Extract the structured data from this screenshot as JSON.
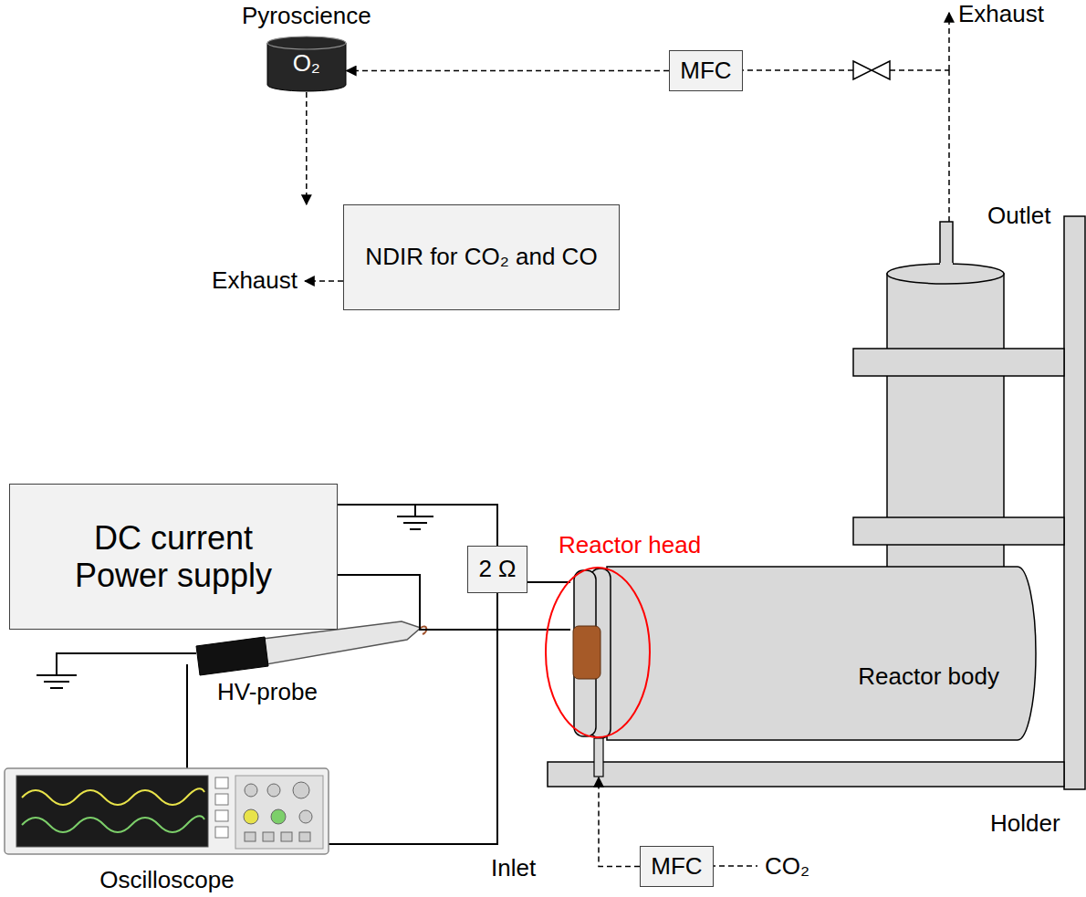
{
  "diagram": {
    "nodes": [
      {
        "text": [
          "Pyroscience",
          "O₂"
        ]
      },
      {
        "text": [
          "MFC"
        ]
      },
      {
        "text": [
          "NDIR for CO₂ and CO"
        ]
      },
      {
        "text": [
          "DC current Power supply"
        ]
      },
      {
        "text": [
          "2 Ω"
        ]
      },
      {
        "text": [
          "Reactor body"
        ]
      },
      {
        "text": [
          "MFC"
        ]
      }
    ],
    "edges": [
      {
        "from": 1,
        "to": 0,
        "arrow": "to"
      },
      {
        "from": 0,
        "to": 2,
        "arrow": "to"
      },
      {
        "from": 6,
        "to": 5,
        "arrow": "to"
      },
      {
        "from": 3,
        "to": 4,
        "arrow": "none"
      },
      {
        "from": 4,
        "to": 5,
        "arrow": "none"
      },
      {
        "from": 3,
        "to": 5,
        "arrow": "none"
      }
    ],
    "labels": [
      "Exhaust",
      "Exhaust",
      "Outlet",
      "Reactor head",
      "HV-probe",
      "Oscilloscope",
      "Holder",
      "Inlet",
      "CO₂"
    ]
  }
}
